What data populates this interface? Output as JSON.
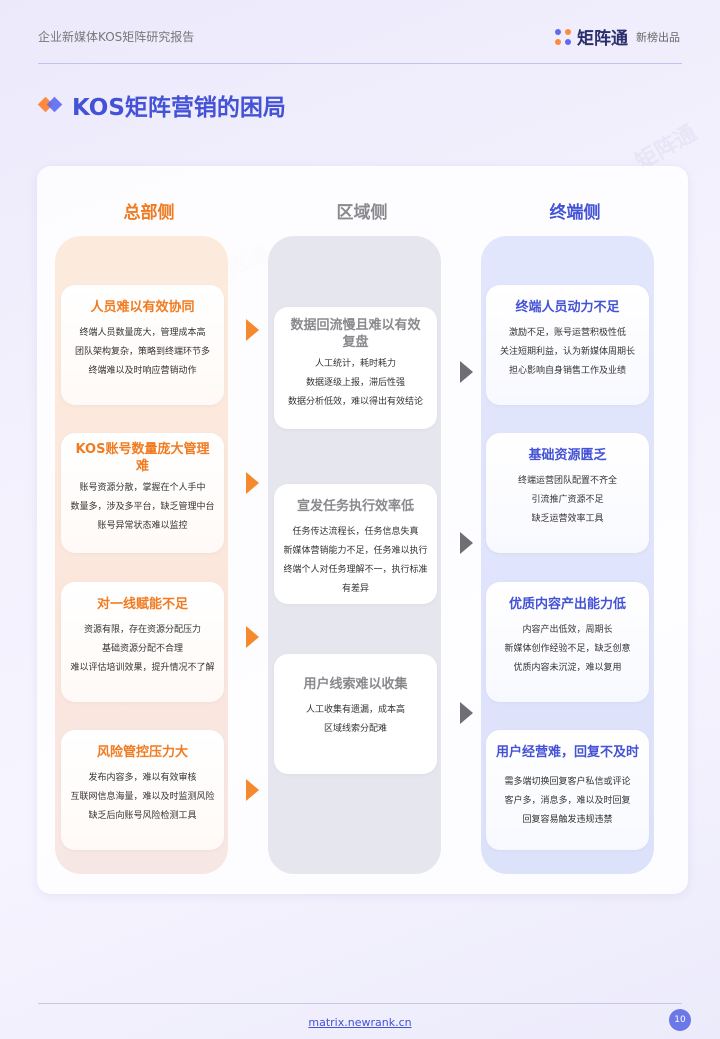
{
  "header": {
    "report_title": "企业新媒体KOS矩阵研究报告",
    "brand_name": "矩阵通",
    "brand_sub": "新榜出品"
  },
  "page_title": "KOS矩阵营销的困局",
  "columns": {
    "left": {
      "title": "总部侧",
      "cards": [
        {
          "title": "人员难以有效协同",
          "lines": [
            "终端人员数量庞大，管理成本高",
            "团队架构复杂，策略到终端环节多",
            "终端难以及时响应营销动作"
          ]
        },
        {
          "title": "KOS账号数量庞大管理难",
          "lines": [
            "账号资源分散，掌握在个人手中",
            "数量多，涉及多平台，缺乏管理中台",
            "账号异常状态难以监控"
          ]
        },
        {
          "title": "对一线赋能不足",
          "lines": [
            "资源有限，存在资源分配压力",
            "基础资源分配不合理",
            "难以评估培训效果，提升情况不了解"
          ]
        },
        {
          "title": "风险管控压力大",
          "lines": [
            "发布内容多，难以有效审核",
            "互联网信息海量，难以及时监测风险",
            "缺乏后向账号风险检测工具"
          ]
        }
      ]
    },
    "middle": {
      "title": "区域侧",
      "cards": [
        {
          "title": "数据回流慢且难以有效复盘",
          "lines": [
            "人工统计，耗时耗力",
            "数据逐级上报，滞后性强",
            "数据分析低效，难以得出有效结论"
          ]
        },
        {
          "title": "宣发任务执行效率低",
          "lines": [
            "任务传达流程长，任务信息失真",
            "新媒体营销能力不足，任务难以执行",
            "终端个人对任务理解不一，执行标准",
            "有差异"
          ]
        },
        {
          "title": "用户线索难以收集",
          "lines": [
            "人工收集有遗漏，成本高",
            "区域线索分配难"
          ]
        }
      ]
    },
    "right": {
      "title": "终端侧",
      "cards": [
        {
          "title": "终端人员动力不足",
          "lines": [
            "激励不足，账号运营积极性低",
            "关注短期利益，认为新媒体周期长",
            "担心影响自身销售工作及业绩"
          ]
        },
        {
          "title": "基础资源匮乏",
          "lines": [
            "终端运营团队配置不齐全",
            "引流推广资源不足",
            "缺乏运营效率工具"
          ]
        },
        {
          "title": "优质内容产出能力低",
          "lines": [
            "内容产出低效，周期长",
            "新媒体创作经验不足，缺乏创意",
            "优质内容未沉淀，难以复用"
          ]
        },
        {
          "title": "用户经营难，回复不及时",
          "lines": [
            "需多端切换回复客户私信或评论",
            "客户多，消息多，难以及时回复",
            "回复容易触发违规违禁"
          ]
        }
      ]
    }
  },
  "watermark": "矩阵通",
  "footer": {
    "url": "matrix.newrank.cn",
    "page_number": "10"
  },
  "colors": {
    "accent_blue": "#4452d6",
    "accent_orange": "#f07b20",
    "gray_heading": "#8a8a8e"
  }
}
